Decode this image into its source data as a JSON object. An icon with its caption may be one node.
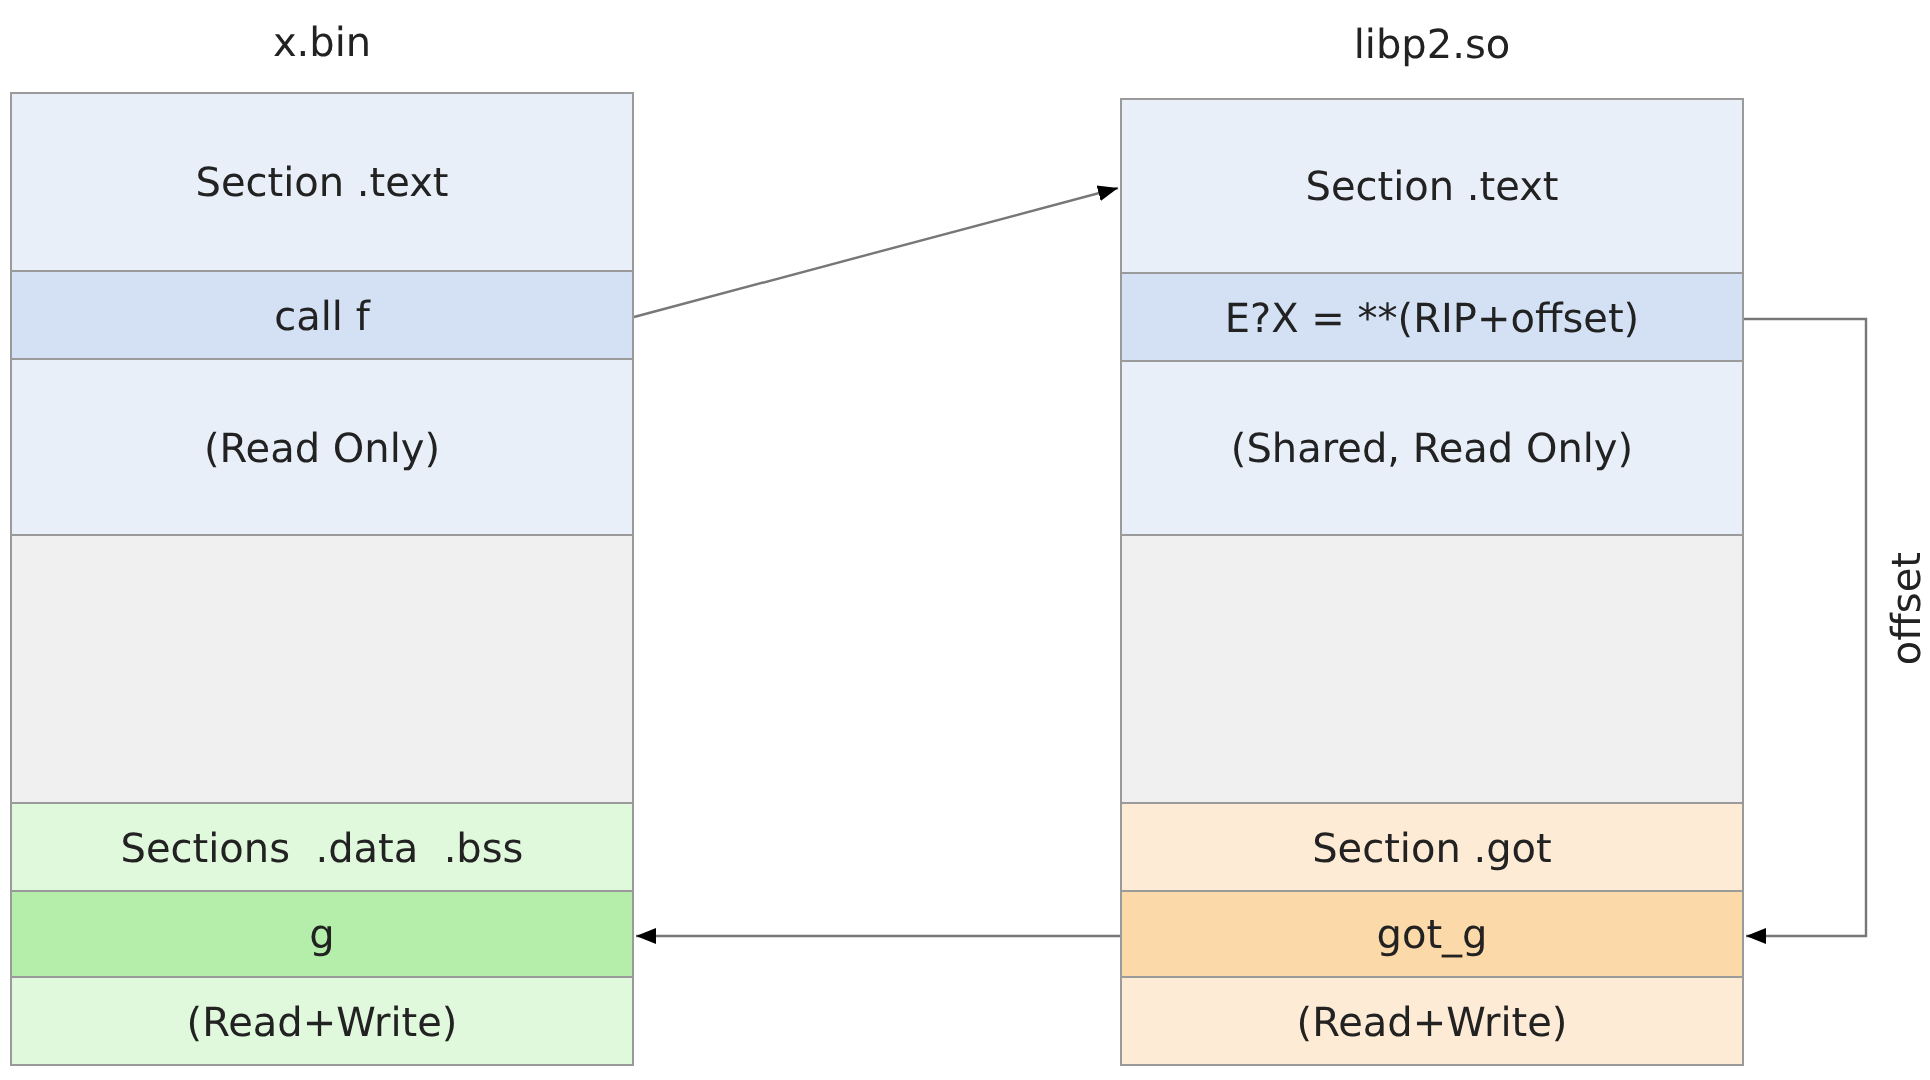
{
  "diagram": {
    "nodes": [
      {
        "text": [
          "x.bin"
        ]
      },
      {
        "text": [
          "Section .text"
        ],
        "in": 0
      },
      {
        "text": [
          "call f"
        ],
        "in": 0
      },
      {
        "text": [
          "(Read Only)"
        ],
        "in": 0
      },
      {
        "text": [],
        "shape": "box",
        "in": 0
      },
      {
        "text": [
          "Sections  .data  .bss"
        ],
        "in": 0
      },
      {
        "text": [
          "g"
        ],
        "in": 0
      },
      {
        "text": [
          "(Read+Write)"
        ],
        "in": 0
      },
      {
        "text": [
          "libp2.so"
        ]
      },
      {
        "text": [
          "Section .text"
        ],
        "in": 8
      },
      {
        "text": [
          "E?X = **(RIP+offset)"
        ],
        "in": 8
      },
      {
        "text": [
          "(Shared, Read Only)"
        ],
        "in": 8
      },
      {
        "text": [],
        "shape": "box",
        "in": 8
      },
      {
        "text": [
          "Section .got"
        ],
        "in": 8
      },
      {
        "text": [
          "got_g"
        ],
        "in": 8
      },
      {
        "text": [
          "(Read+Write)"
        ],
        "in": 8
      }
    ],
    "edges": [
      {
        "from": 2,
        "to": 9,
        "arrow": "to"
      },
      {
        "from": 10,
        "to": 14,
        "arrow": "to",
        "label": "offset"
      },
      {
        "from": 14,
        "to": 6,
        "arrow": "to"
      }
    ]
  }
}
